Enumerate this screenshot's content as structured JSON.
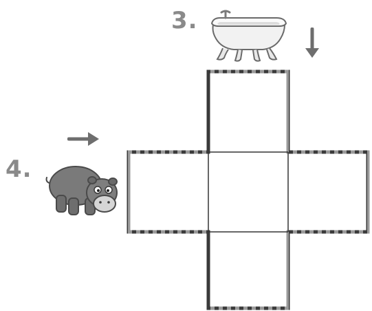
{
  "steps": [
    {
      "number": "3.",
      "icon": "bathtub-icon",
      "arrow": "arrow-down"
    },
    {
      "number": "4.",
      "icon": "hippo-icon",
      "arrow": "arrow-right"
    }
  ],
  "net": {
    "shape": "cross",
    "squares": 5
  },
  "colors": {
    "number_text": "#8a8a8a",
    "outline": "#555555",
    "arrow": "#6e6e6e"
  }
}
